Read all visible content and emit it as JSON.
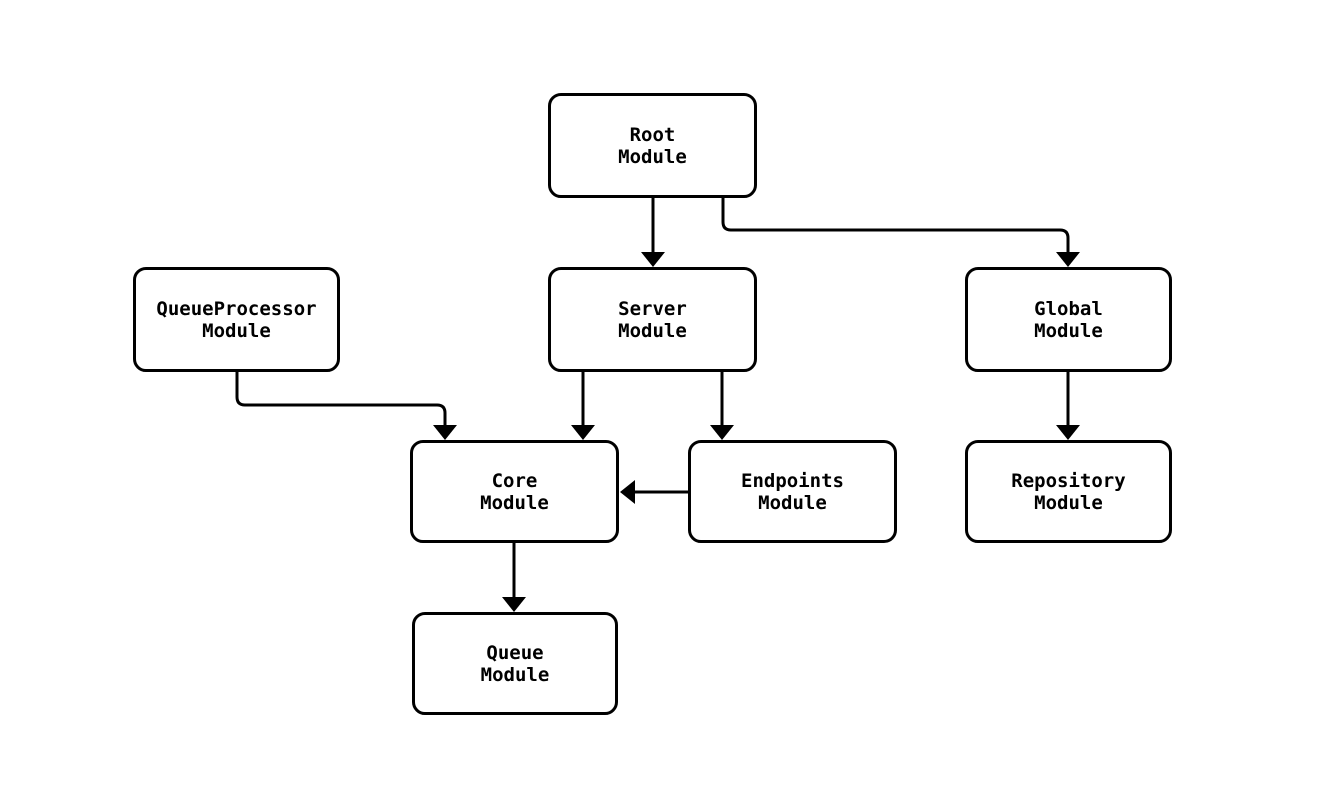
{
  "diagram": {
    "background_color": "#ffffff",
    "stroke_color": "#000000",
    "node_fill_color": "#ffffff",
    "text_color": "#000000",
    "nodes": [
      {
        "id": "root",
        "line1": "Root",
        "line2": "Module"
      },
      {
        "id": "queueprocessor",
        "line1": "QueueProcessor",
        "line2": "Module"
      },
      {
        "id": "server",
        "line1": "Server",
        "line2": "Module"
      },
      {
        "id": "global",
        "line1": "Global",
        "line2": "Module"
      },
      {
        "id": "core",
        "line1": "Core",
        "line2": "Module"
      },
      {
        "id": "endpoints",
        "line1": "Endpoints",
        "line2": "Module"
      },
      {
        "id": "repository",
        "line1": "Repository",
        "line2": "Module"
      },
      {
        "id": "queue",
        "line1": "Queue",
        "line2": "Module"
      }
    ],
    "edges": [
      {
        "from": "Root Module",
        "to": "Server Module"
      },
      {
        "from": "Root Module",
        "to": "Global Module"
      },
      {
        "from": "QueueProcessor Module",
        "to": "Core Module"
      },
      {
        "from": "Server Module",
        "to": "Core Module"
      },
      {
        "from": "Server Module",
        "to": "Endpoints Module"
      },
      {
        "from": "Endpoints Module",
        "to": "Core Module"
      },
      {
        "from": "Global Module",
        "to": "Repository Module"
      },
      {
        "from": "Core Module",
        "to": "Queue Module"
      }
    ]
  }
}
